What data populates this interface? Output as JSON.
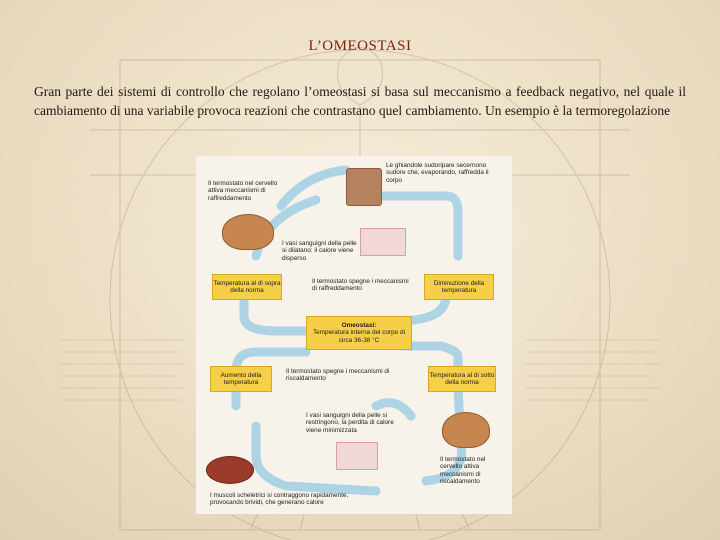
{
  "title": "L’OMEOSTASI",
  "intro": "Gran parte dei sistemi di controllo che regolano l’omeostasi si basa sul meccanismo a feedback negativo, nel quale il cambiamento di una variabile provoca reazioni che contrastano quel cambiamento. Un esempio è la termoregolazione",
  "diagram": {
    "sweat": "Le ghiandole sudoripare secernono sudore che, evaporando, raffredda il corpo",
    "brain_top": "Il termostato nel cervello attiva meccanismi di raffreddamento",
    "vessels_dilate": "I vasi sanguigni della pelle si dilatano: il calore viene disperso",
    "temp_above": "Temperatura al di sopra della norma",
    "temp_decrease": "Diminuzione della temperatura",
    "thermostat_off_cooling": "Il termostato spegne i meccanismi di raffreddamento",
    "homeostasis_title": "Omeostasi:",
    "homeostasis_text": "Temperatura interna del corpo di circa 36-38 °C",
    "temp_increase": "Aumento della temperatura",
    "thermostat_off_heating": "Il termostato spegne i meccanismi di riscaldamento",
    "temp_below": "Temperatura al di sotto della norma",
    "vessels_constrict": "I vasi sanguigni della pelle si restringono, la perdita di calore viene minimizzata",
    "brain_bottom": "Il termostato nel cervello attiva meccanismi di riscaldamento",
    "shivering": "I muscoli scheletrici si contraggono rapidamente, provocando brividi, che generano calore"
  }
}
